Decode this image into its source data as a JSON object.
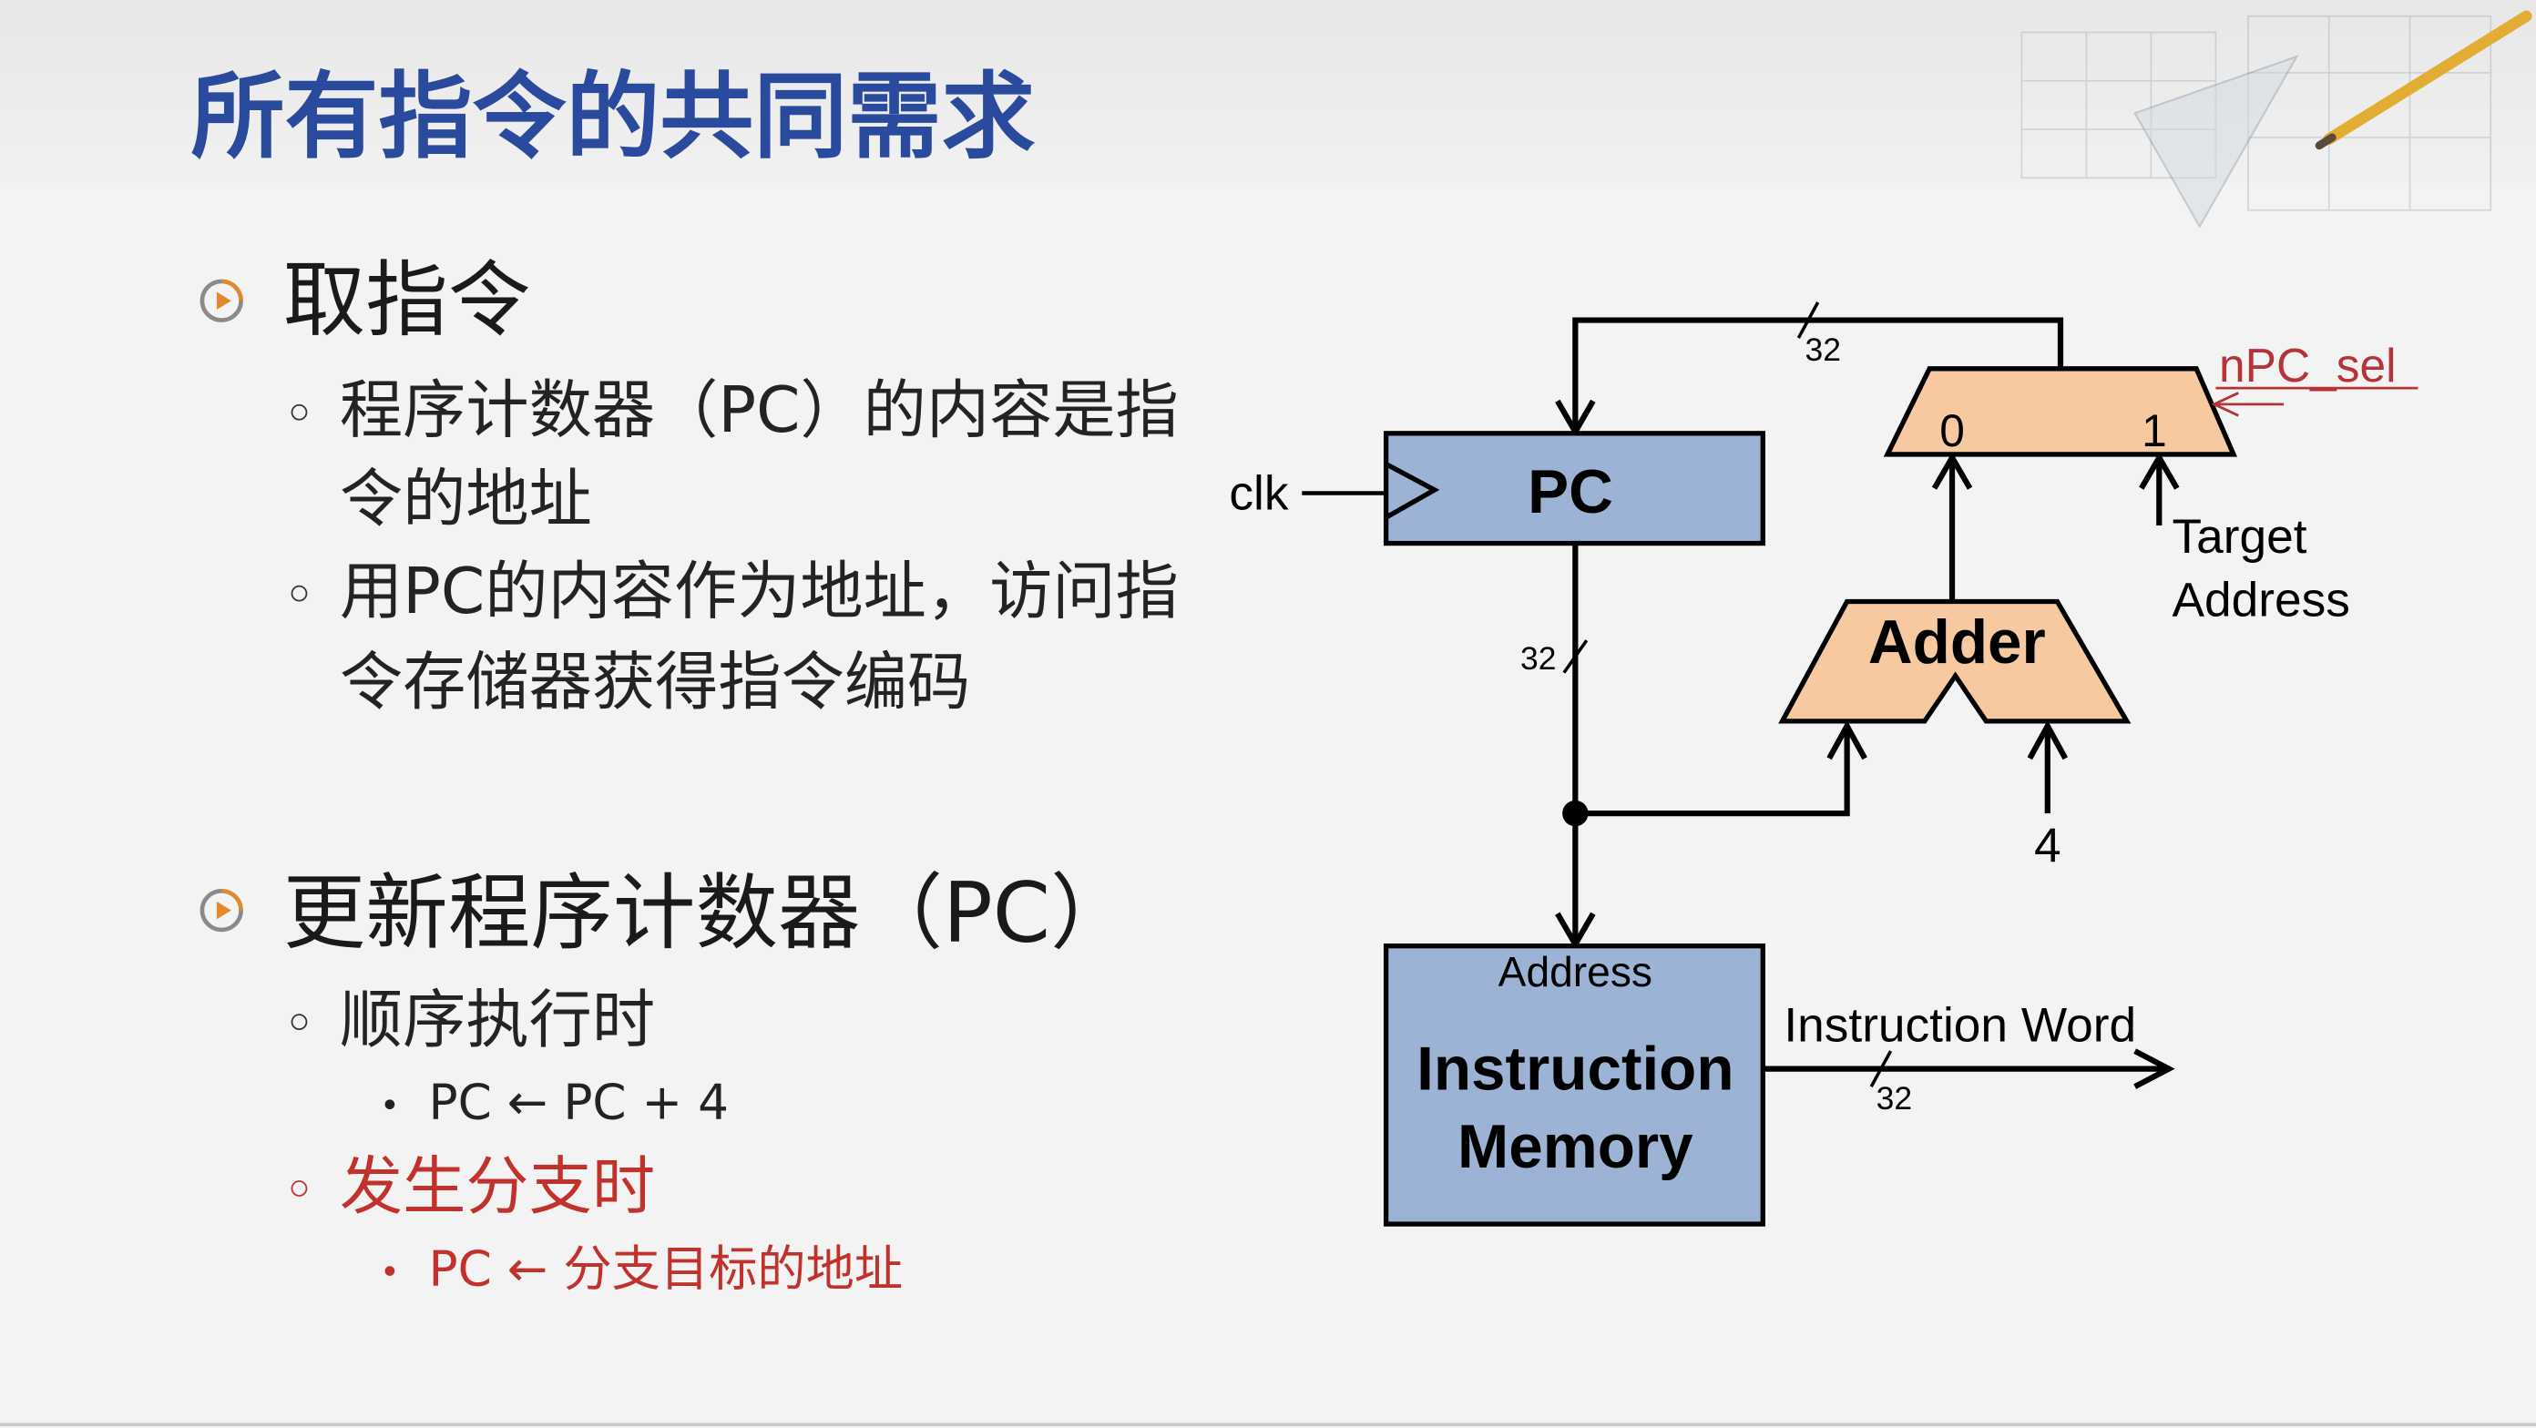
{
  "slide": {
    "title": "所有指令的共同需求",
    "sections": [
      {
        "heading": "取指令",
        "items": [
          {
            "lines": [
              "程序计数器（PC）的内容是指",
              "令的地址"
            ]
          },
          {
            "lines": [
              "用PC的内容作为地址，访问指",
              "令存储器获得指令编码"
            ]
          }
        ]
      },
      {
        "heading": "更新程序计数器（PC）",
        "items": [
          {
            "lines": [
              "顺序执行时"
            ],
            "subitems": [
              "PC ← PC + 4"
            ]
          },
          {
            "lines": [
              "发生分支时"
            ],
            "subitems": [
              "PC ← 分支目标的地址"
            ],
            "color": "#c0322b"
          }
        ]
      }
    ]
  },
  "diagram": {
    "pc_label": "PC",
    "clk_label": "clk",
    "mux": {
      "input0": "0",
      "input1": "1",
      "select_label": "nPC_sel"
    },
    "adder_label": "Adder",
    "target_label": [
      "Target",
      "Address"
    ],
    "constant": "4",
    "imem": {
      "port_label": "Address",
      "title_lines": [
        "Instruction",
        "Memory"
      ]
    },
    "output_label": "Instruction Word",
    "bus_widths": {
      "feedback": "32",
      "pc_out": "32",
      "instruction": "32"
    }
  },
  "icons": {
    "section_bullet": "play-circle-icon",
    "decoration": "blueprint-pencil-image"
  },
  "colors": {
    "title": "#2a4a9e",
    "branch_text": "#c0322b",
    "register_fill": "#9db3d6",
    "logic_fill": "#f6c9a0",
    "select_signal": "#b5343a",
    "wire": "#000000",
    "background": "#f3f3f3"
  }
}
